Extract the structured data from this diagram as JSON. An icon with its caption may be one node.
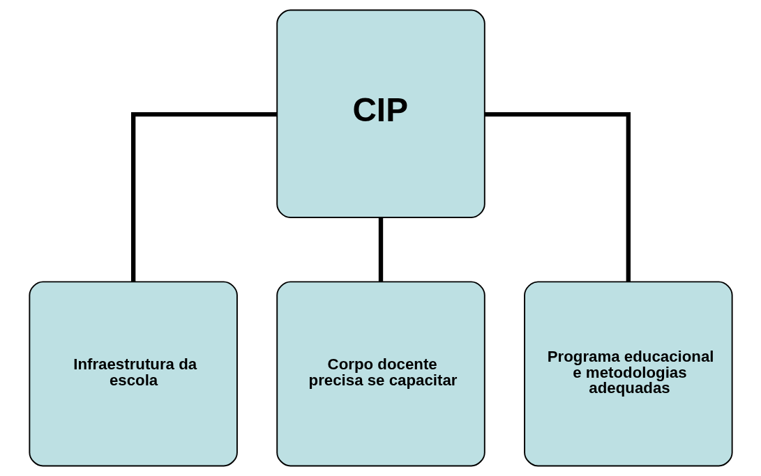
{
  "diagram": {
    "nodes": [
      {
        "text": [
          "CIP"
        ]
      },
      {
        "text": [
          "Infraestrutura da escola"
        ]
      },
      {
        "text": [
          "Corpo docente precisa se capacitar"
        ]
      },
      {
        "text": [
          "Programa educacional e metodologias adequadas"
        ]
      }
    ],
    "edges": [
      {
        "from": 0,
        "to": 1,
        "arrow": "none"
      },
      {
        "from": 0,
        "to": 2,
        "arrow": "none"
      },
      {
        "from": 0,
        "to": 3,
        "arrow": "none"
      }
    ]
  }
}
